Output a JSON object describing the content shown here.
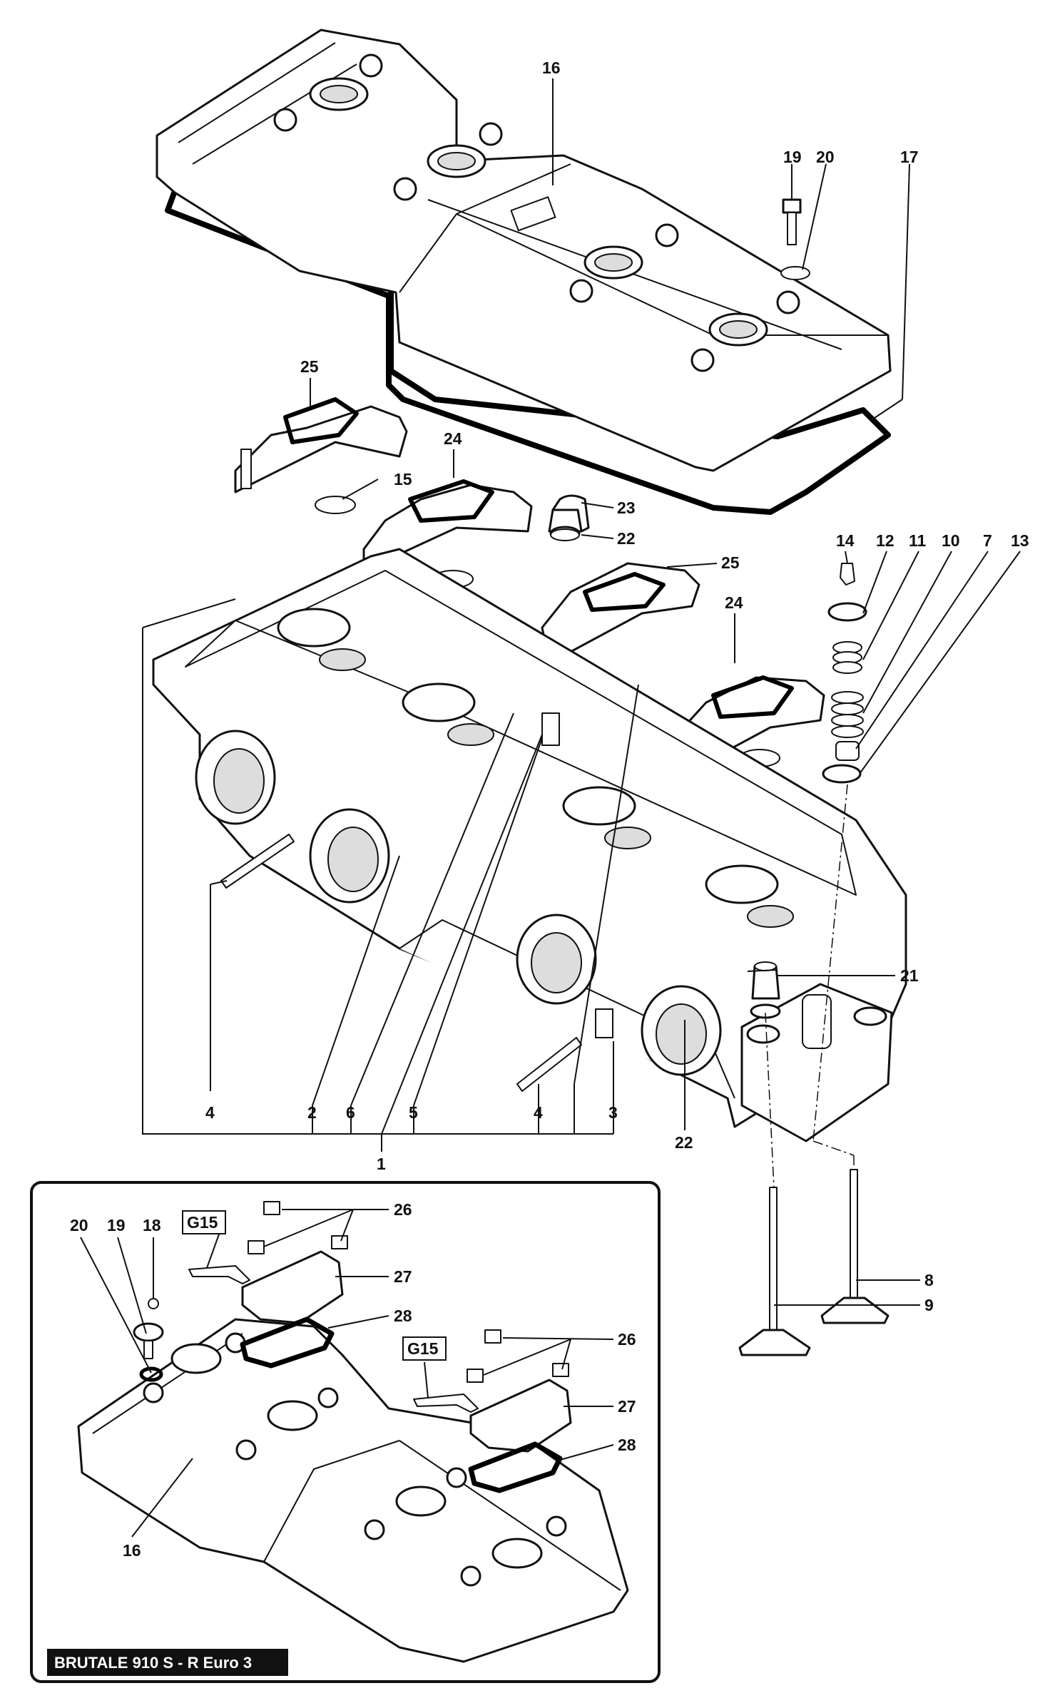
{
  "title": "",
  "model_label": "BRUTALE 910 S - R Euro 3",
  "main_labels": {
    "l16": "16",
    "l19": "19",
    "l20": "20",
    "l17": "17",
    "l25a": "25",
    "l24a": "24",
    "l15": "15",
    "l23": "23",
    "l22a": "22",
    "l25b": "25",
    "l24b": "24",
    "l14": "14",
    "l12": "12",
    "l11": "11",
    "l10": "10",
    "l7": "7",
    "l13": "13",
    "l21": "21",
    "l22b": "22",
    "l4a": "4",
    "l2": "2",
    "l6": "6",
    "l5": "5",
    "l4b": "4",
    "l3": "3",
    "l1": "1",
    "l8": "8",
    "l9": "9"
  },
  "inset_labels": {
    "l20": "20",
    "l19": "19",
    "l18": "18",
    "g15a": "G15",
    "g15b": "G15",
    "l26a": "26",
    "l27a": "27",
    "l28a": "28",
    "l26b": "26",
    "l27b": "27",
    "l28b": "28",
    "l16": "16"
  }
}
